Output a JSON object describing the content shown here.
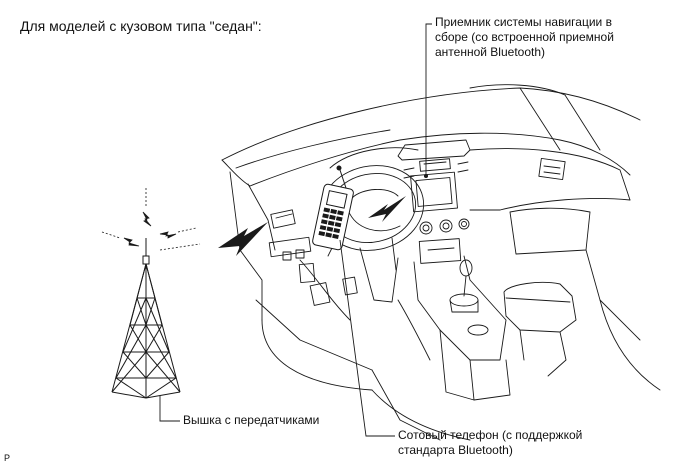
{
  "title": "Для моделей с кузовом типа \"седан\":",
  "labels": {
    "navigation_receiver": "Приемник системы навигации в\nсборе (со встроенной приемной\nантенной Bluetooth)",
    "tower": "Вышка с передатчиками",
    "cell_phone": "Сотовый телефон (с поддержкой\nстандарта Bluetooth)"
  },
  "page_marker": "P",
  "colors": {
    "line": "#1a1a1a",
    "background": "#ffffff"
  }
}
